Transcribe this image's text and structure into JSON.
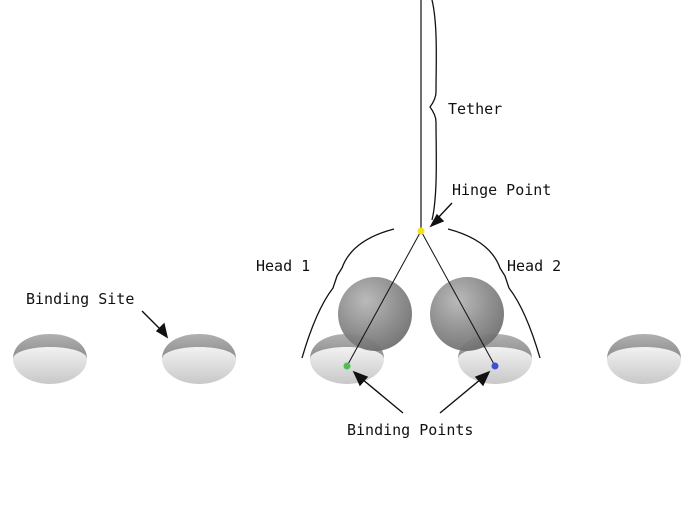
{
  "labels": {
    "tether": "Tether",
    "hinge_point": "Hinge Point",
    "head1": "Head 1",
    "head2": "Head 2",
    "binding_site": "Binding Site",
    "binding_points": "Binding Points"
  },
  "colors": {
    "hinge_point": "#f2e21a",
    "binding_point_1": "#4cc24c",
    "binding_point_2": "#3f4fd6",
    "line": "#111111"
  }
}
